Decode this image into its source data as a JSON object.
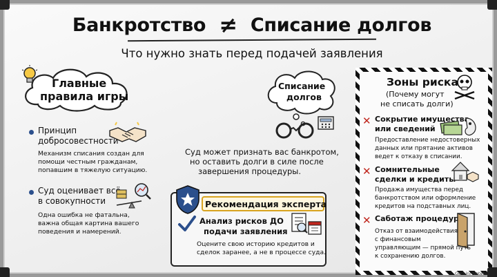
{
  "header": {
    "title_left": "Банкротство",
    "title_sign": "≠",
    "title_right": "Списание долгов",
    "subtitle": "Что нужно знать перед подачей заявления"
  },
  "left": {
    "cloud_line1": "Главные",
    "cloud_line2": "правила игры",
    "rule1": {
      "title1": "Принцип",
      "title2": "добросовестности",
      "desc": [
        "Механизм списания создан для",
        "помощи честным гражданам,",
        "попавшим в тяжелую ситуацию."
      ]
    },
    "rule2": {
      "title1": "Суд оценивает всё",
      "title2": "в совокупности",
      "desc": [
        "Одна ошибка не фатальна,",
        "важна общая картина вашего",
        "поведения и намерений."
      ]
    }
  },
  "center": {
    "cloud_line1": "Списание",
    "cloud_line2": "долгов",
    "text": [
      "Суд может признать вас банкротом,",
      "но оставить долги в силе после",
      "завершения процедуры."
    ]
  },
  "expert": {
    "heading": "Рекомендация эксперта",
    "title1": "Анализ рисков ДО",
    "title2": "подачи заявления",
    "desc": [
      "Оцените свою историю кредитов и",
      "сделок заранее, а не в процессе суда."
    ]
  },
  "risk": {
    "heading": "Зоны риска",
    "sub1": "(Почему могут",
    "sub2": "не списать долги)",
    "items": [
      {
        "title1": "Сокрытие имущества",
        "title2": "или сведений",
        "desc": [
          "Предоставление недостоверных",
          "данных или прятание активов",
          "ведет к отказу в списании."
        ]
      },
      {
        "title1": "Сомнительные",
        "title2": "сделки и кредиты",
        "desc": [
          "Продажа имущества перед",
          "банкротством или оформление",
          "кредитов на подставных лиц."
        ]
      },
      {
        "title1": "Саботаж процедуры",
        "title2": "",
        "desc": [
          "Отказ от взаимодействия",
          "с финансовым",
          "управляющим — прямой путь",
          "к сохранению долгов."
        ]
      }
    ]
  },
  "watermark": "Gemini Notebook",
  "colors": {
    "accent_blue": "#2b4f8c",
    "danger_red": "#c0261d",
    "warning_yellow": "#d8a31f"
  }
}
